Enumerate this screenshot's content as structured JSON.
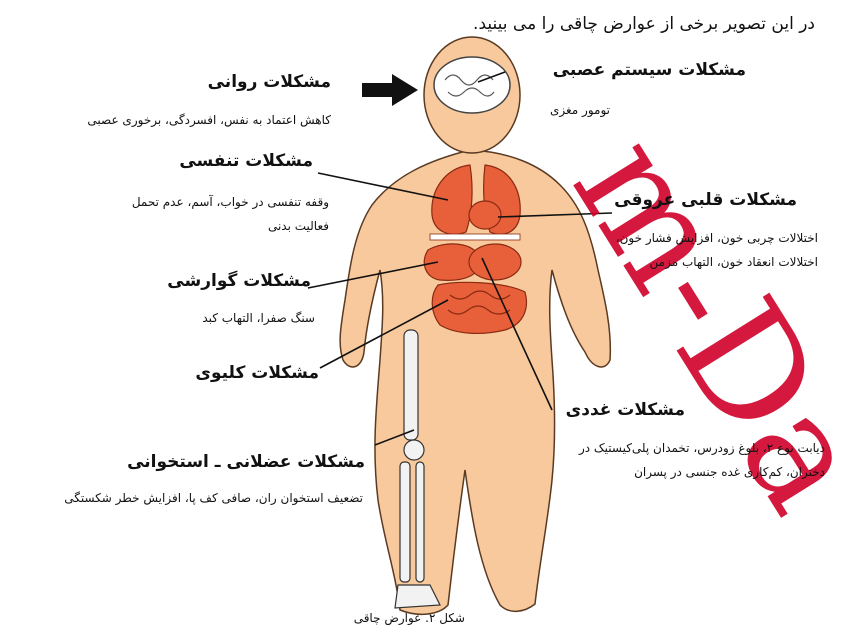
{
  "intro": "در این تصویر برخی از عوارض چاقی را می بینید.",
  "labels": {
    "psych": {
      "title": "مشکلات روانی",
      "desc": "کاهش اعتماد به نفس، افسردگی، برخوری عصبی"
    },
    "neuro": {
      "title": "مشکلات سیستم عصبی",
      "desc": "تومور مغزی"
    },
    "resp": {
      "title": "مشکلات تنفسی",
      "desc": "وقفه تنفسی در خواب، آسم، عدم تحمل فعالیت بدنی"
    },
    "cardio": {
      "title": "مشکلات قلبی عروقی",
      "desc": "اختلالات چربی خون، افزایش فشار خون، اختلالات انعقاد خون، التهاب مزمن"
    },
    "gi": {
      "title": "مشکلات گوارشی",
      "desc": "سنگ صفرا، التهاب کبد"
    },
    "renal": {
      "title": "مشکلات کلیوی"
    },
    "endo": {
      "title": "مشکلات غددی",
      "desc": "دیابت نوع ۲، بلوغ زودرس، تخمدان پلی‌کیستیک در دختران، کم‌کاری غده جنسی در پسران"
    },
    "musc": {
      "title": "مشکلات عضلانی ـ استخوانی",
      "desc": "تضعیف استخوان ران، صافی کف پا، افزایش خطر شکستگی"
    }
  },
  "caption": "شکل ۲. عوارض چاقی",
  "colors": {
    "skin": "#f8c99c",
    "organ": "#e8603a",
    "bone": "#f2f2f2",
    "watermark": "#d0002a"
  }
}
